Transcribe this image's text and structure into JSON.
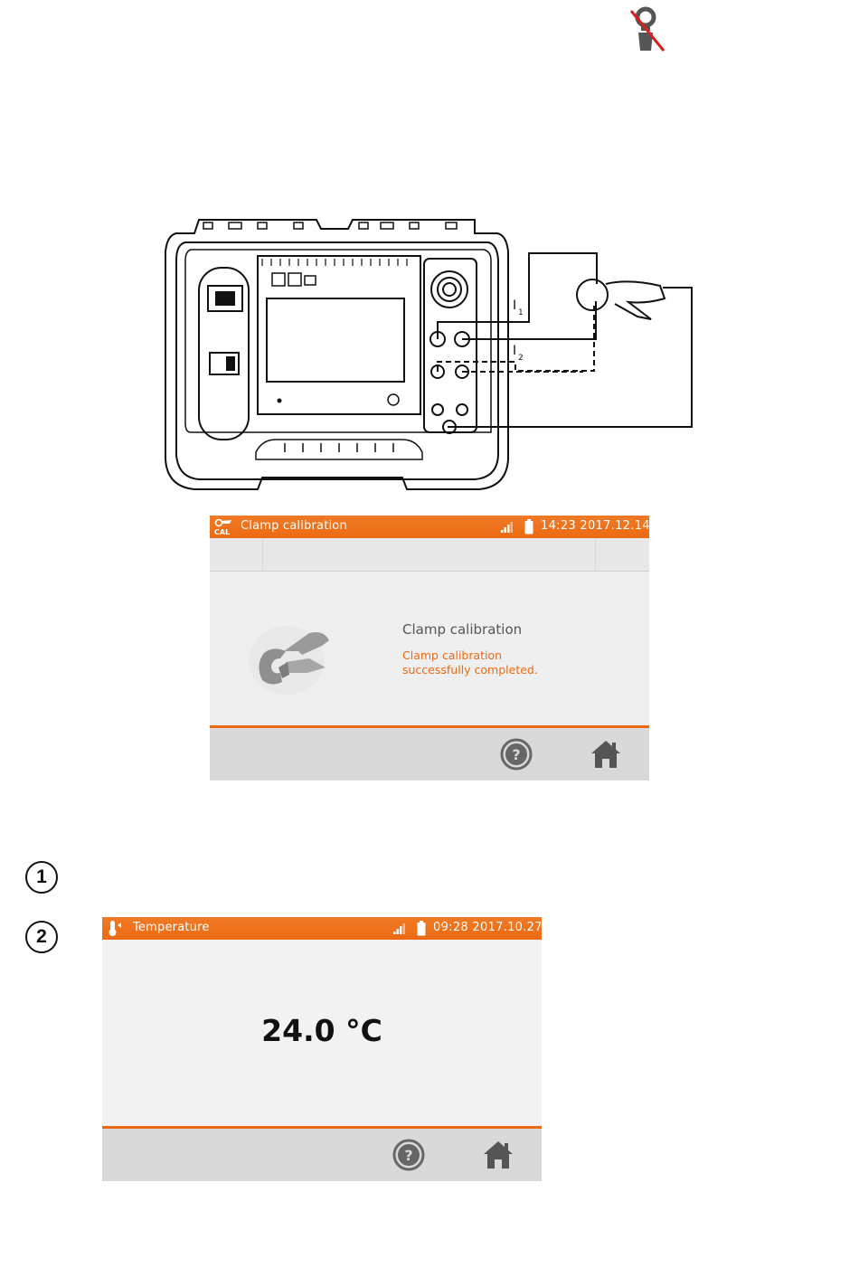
{
  "top_icon": {
    "name": "clamp-disconnected-icon"
  },
  "diagram": {
    "labels": {
      "i1": "I",
      "i1_sub": "1",
      "i2": "I",
      "i2_sub": "2"
    }
  },
  "screen1": {
    "title": "Clamp calibration",
    "app_icon_text_top": "CAL",
    "time": "14:23 2017.12.14",
    "heading": "Clamp calibration",
    "message_line1": "Clamp calibration",
    "message_line2": "successfully completed.",
    "help_icon": "help-icon",
    "home_icon": "home-icon"
  },
  "steps": {
    "step1": "1",
    "step2": "2"
  },
  "screen2": {
    "title": "Temperature",
    "time": "09:28 2017.10.27",
    "value": "24.0 °C",
    "help_icon": "help-icon",
    "home_icon": "home-icon"
  },
  "colors": {
    "accent": "#ec6a12",
    "panel_bg": "#efefef",
    "bottom_bar": "#d9d9d9"
  }
}
